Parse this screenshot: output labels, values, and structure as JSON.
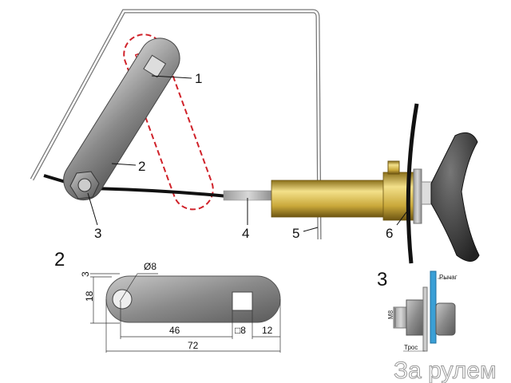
{
  "callouts": {
    "c1": "1",
    "c2": "2",
    "c3": "3",
    "c4": "4",
    "c5": "5",
    "c6": "6"
  },
  "detail_2": {
    "number": "2",
    "dims": {
      "hole": "Ø8",
      "thickness": "3",
      "width": "18",
      "hole_to_square": "46",
      "square": "□8",
      "square_to_end": "12",
      "length": "72"
    }
  },
  "detail_3": {
    "number": "3",
    "thread": "М8",
    "lever_label": "Рычаг",
    "cable_label": "Трос"
  },
  "watermark": "За рулем",
  "colors": {
    "dashed_outline": "#d0222a",
    "lever_plate": "#3a9fd6",
    "brass": "#c9a83a",
    "knob": "#3a3a3a"
  }
}
